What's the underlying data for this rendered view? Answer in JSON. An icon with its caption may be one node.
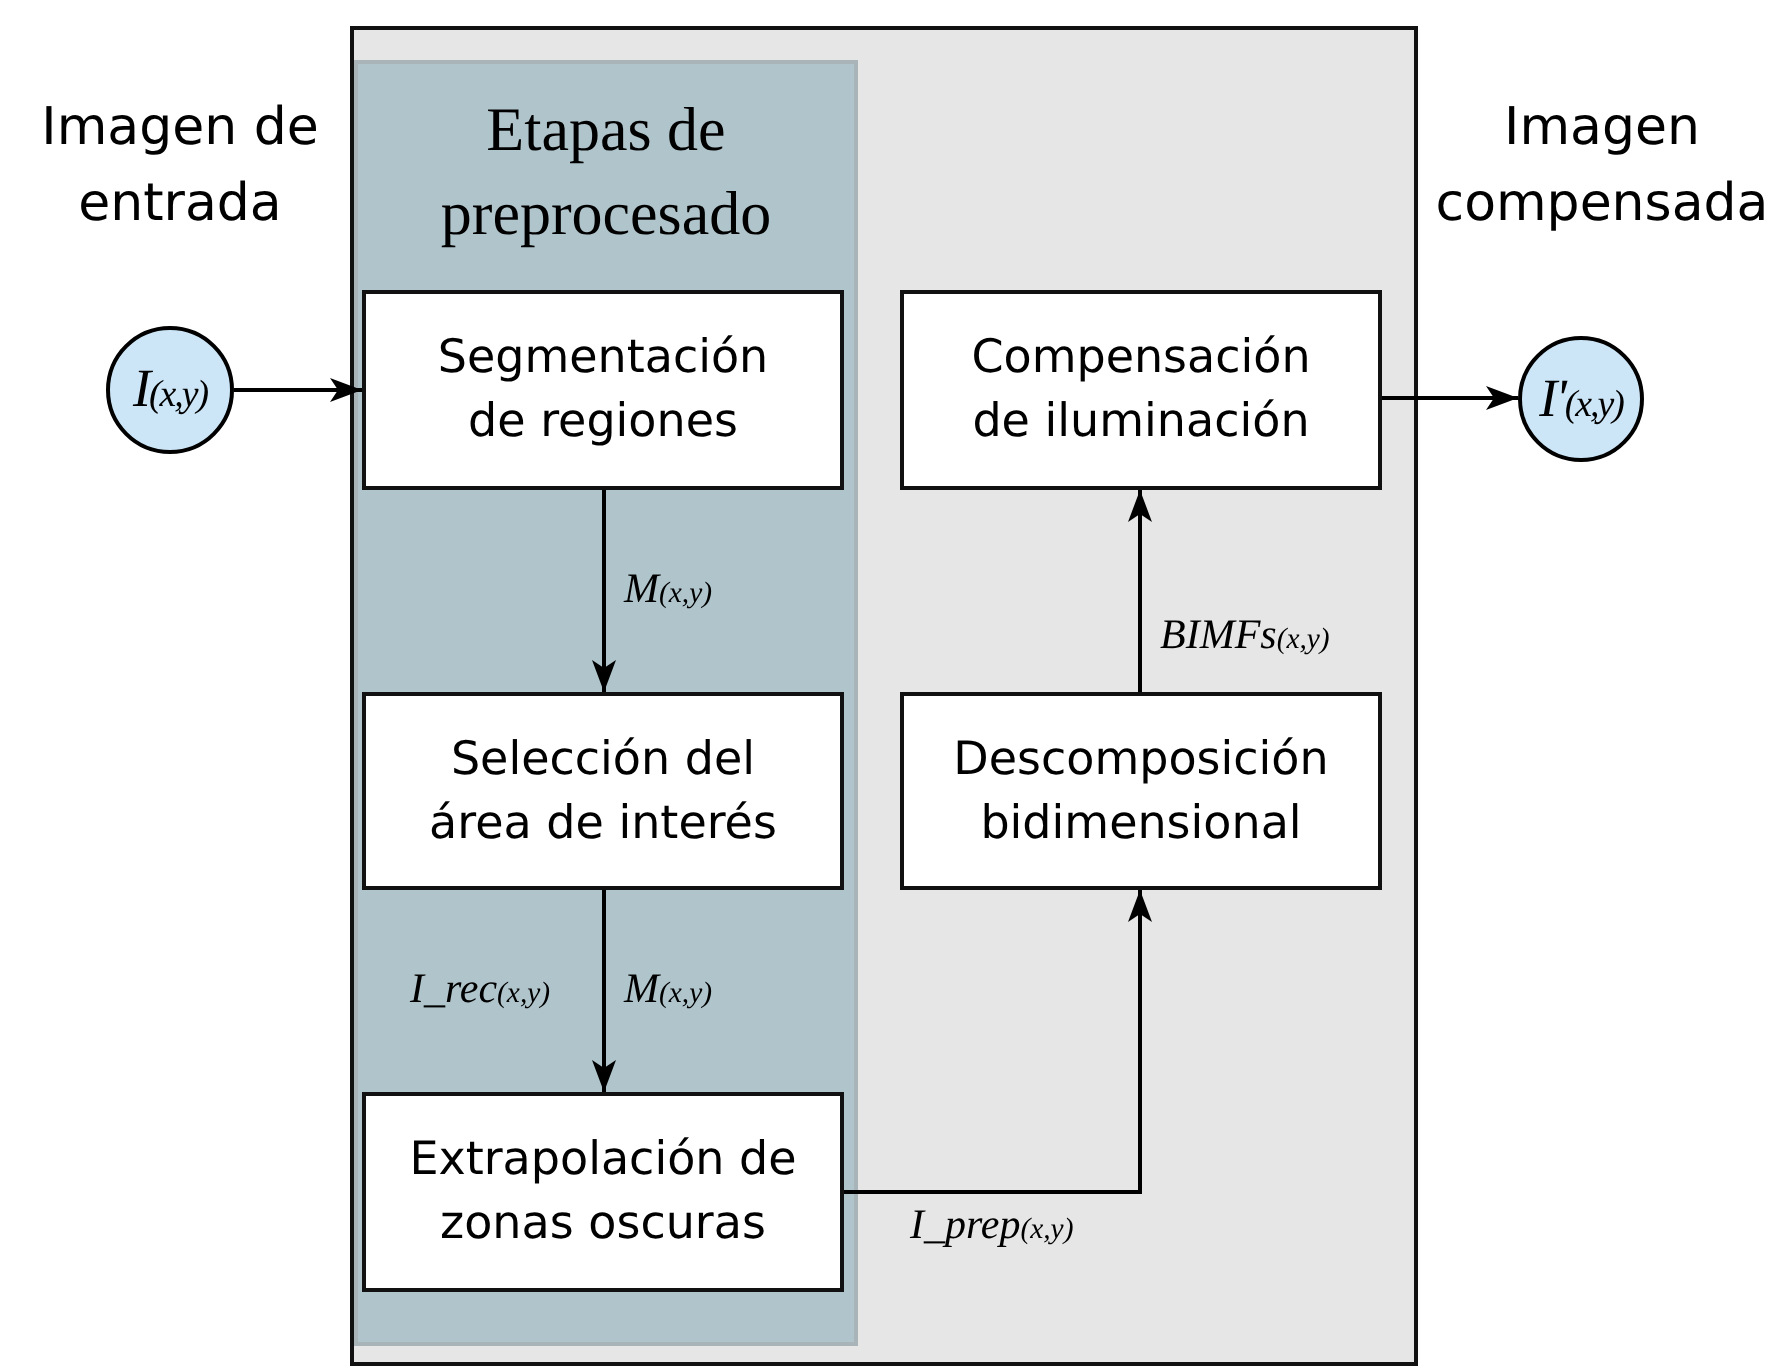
{
  "diagram": {
    "nodes": [
      {
        "text": [
          "I$_{(x,y)}$"
        ],
        "beside": [
          "Imagen de entrada"
        ]
      },
      {
        "text": [],
        "shape": "box"
      },
      {
        "text": [
          "Etapas de preprocesado"
        ],
        "in": 1
      },
      {
        "text": [
          "Segmentación de regiones"
        ],
        "in": 2
      },
      {
        "text": [
          "Selección del área de interés"
        ],
        "in": 2
      },
      {
        "text": [
          "Extrapolación de zonas oscuras"
        ],
        "in": 2
      },
      {
        "text": [
          "Compensación de iluminación"
        ],
        "in": 1
      },
      {
        "text": [
          "Descomposición bidimensional"
        ],
        "in": 1
      },
      {
        "text": [
          "I'$_{(x,y)}$"
        ],
        "beside": [
          "Imagen compensada"
        ]
      }
    ],
    "edges": [
      {
        "from": 0,
        "to": 3,
        "arrow": "to"
      },
      {
        "from": 3,
        "to": 4,
        "arrow": "to",
        "label": "M$_{(x,y)}$"
      },
      {
        "from": 4,
        "to": 5,
        "arrow": "to",
        "label": "I_rec$_{(x,y)}$"
      },
      {
        "from": 5,
        "to": 7,
        "arrow": "to",
        "label": "I_prep$_{(x,y)}$"
      },
      {
        "from": 7,
        "to": 6,
        "arrow": "to",
        "label": "BIMFs$_{(x,y)}$"
      },
      {
        "from": 6,
        "to": 8,
        "arrow": "to"
      }
    ],
    "labels": [
      "M$_{(x,y)}$"
    ]
  }
}
